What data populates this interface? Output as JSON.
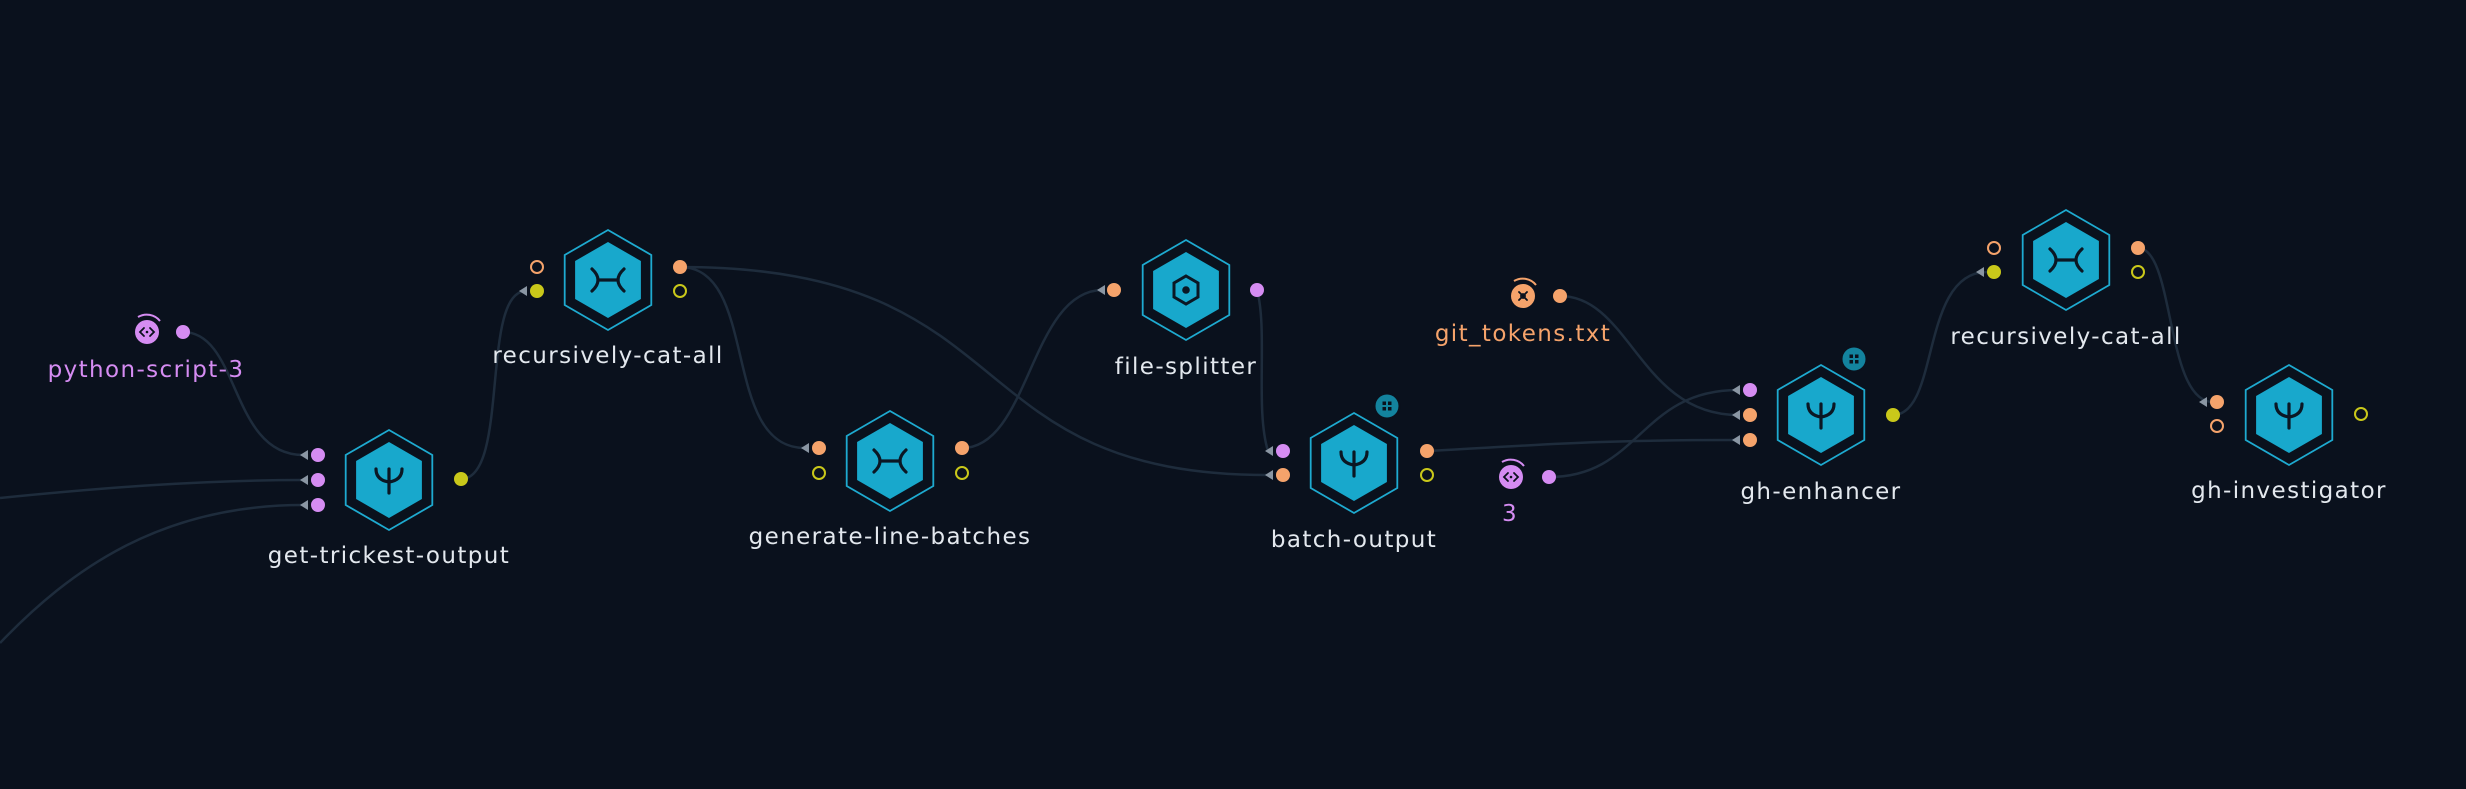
{
  "colors": {
    "background": "#0a111d",
    "edge": "#1e2c3c",
    "node_fill": "#18a8cc",
    "node_outline": "#1eaad0",
    "node_icon": "#0b1724",
    "port_pink": "#d58cf2",
    "port_orange": "#f5a36b",
    "port_yellow": "#c9c81a",
    "label_text": "#e3e8ee",
    "label_pink": "#d58cf2",
    "label_orange": "#f5a36b",
    "badge": "#13839e",
    "marker": "#8a96a3"
  },
  "nodes": {
    "get_trickest_output": {
      "label": "get-trickest-output",
      "icon": "merge-icon"
    },
    "recursively_cat_all_1": {
      "label": "recursively-cat-all",
      "icon": "cat-icon"
    },
    "generate_line_batches": {
      "label": "generate-line-batches",
      "icon": "cat-icon"
    },
    "file_splitter": {
      "label": "file-splitter",
      "icon": "splitter-icon"
    },
    "batch_output": {
      "label": "batch-output",
      "icon": "merge-icon",
      "badge": "grid-icon"
    },
    "gh_enhancer": {
      "label": "gh-enhancer",
      "icon": "merge-icon",
      "badge": "grid-icon"
    },
    "recursively_cat_all_2": {
      "label": "recursively-cat-all",
      "icon": "cat-icon"
    },
    "gh_investigator": {
      "label": "gh-investigator",
      "icon": "merge-icon"
    }
  },
  "inputs": {
    "python_script_3": {
      "label": "python-script-3",
      "icon": "code-icon"
    },
    "git_tokens": {
      "label": "git_tokens.txt",
      "icon": "file-icon"
    },
    "number_3": {
      "label": "3",
      "icon": "code-icon"
    }
  }
}
